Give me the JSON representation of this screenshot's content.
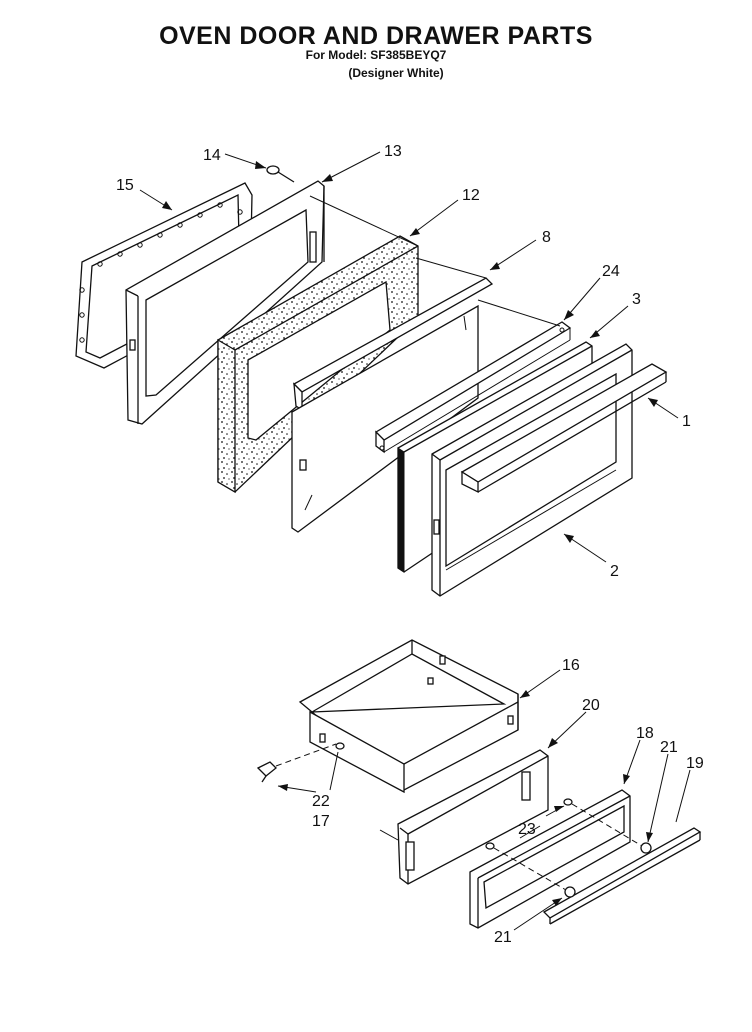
{
  "header": {
    "title": "OVEN DOOR AND DRAWER PARTS",
    "model_line": "For Model: SF385BEYQ7",
    "variant_line": "(Designer White)"
  },
  "callouts": {
    "c1": "1",
    "c2": "2",
    "c3": "3",
    "c8": "8",
    "c12": "12",
    "c13": "13",
    "c14": "14",
    "c15": "15",
    "c24": "24",
    "c16": "16",
    "c17": "17",
    "c18": "18",
    "c19": "19",
    "c20": "20",
    "c21a": "21",
    "c21b": "21",
    "c22": "22",
    "c23": "23"
  }
}
